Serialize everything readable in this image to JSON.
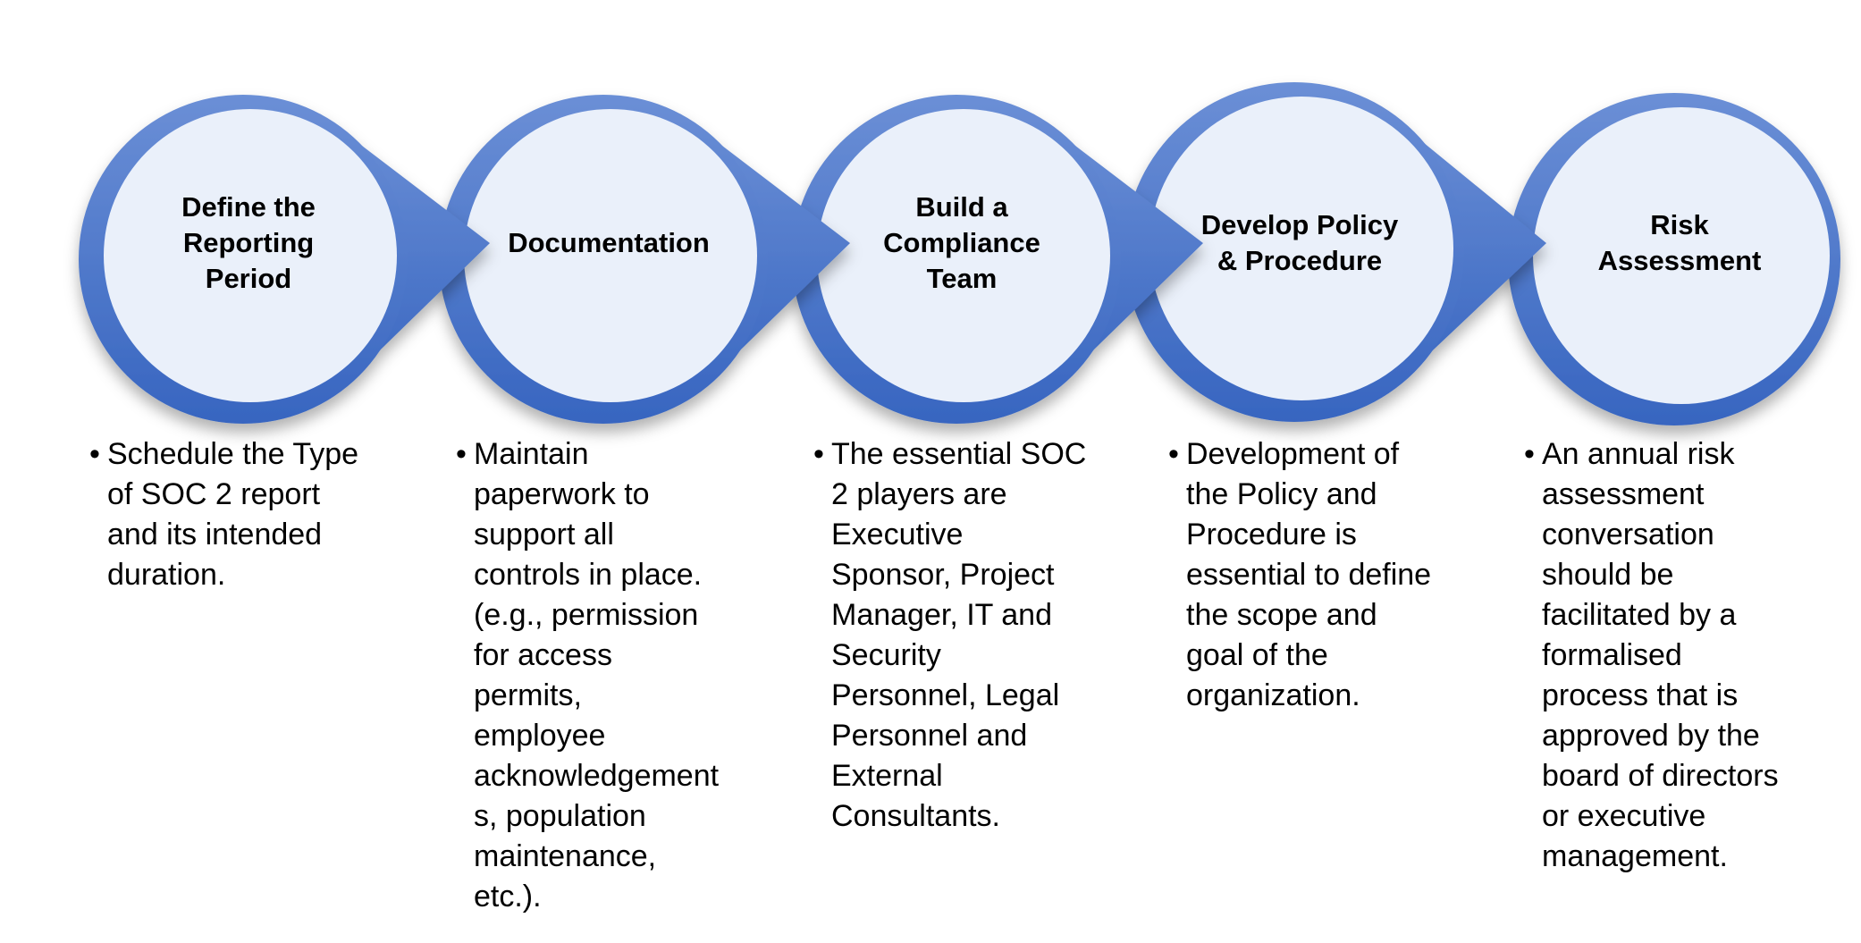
{
  "colors": {
    "ring": "#4472C4",
    "ring_light": "#6b8fd6",
    "fill": "#EAF0FA"
  },
  "steps": [
    {
      "title": [
        "Define the",
        "Reporting",
        "Period"
      ],
      "lines": [
        "Schedule the Type",
        "of SOC 2 report",
        "and its intended",
        "duration."
      ]
    },
    {
      "title": [
        "Documentation"
      ],
      "lines": [
        "Maintain",
        "paperwork to",
        "support all",
        "controls in place.",
        "(e.g., permission",
        "for access",
        "permits,",
        "employee",
        "acknowledgement",
        "s, population",
        "maintenance,",
        "etc.)."
      ]
    },
    {
      "title": [
        "Build a",
        "Compliance",
        "Team"
      ],
      "lines": [
        "The essential SOC",
        "2 players are",
        "Executive",
        "Sponsor, Project",
        "Manager, IT and",
        "Security",
        "Personnel, Legal",
        "Personnel and",
        "External",
        "Consultants."
      ]
    },
    {
      "title": [
        "Develop Policy",
        "& Procedure"
      ],
      "lines": [
        "Development of",
        "the Policy and",
        "Procedure is",
        "essential to define",
        "the scope and",
        "goal of the",
        "organization."
      ]
    },
    {
      "title": [
        "Risk",
        "Assessment"
      ],
      "lines": [
        "An annual risk",
        "assessment",
        "conversation",
        "should be",
        "facilitated by a",
        "formalised",
        "process that is",
        "approved by the",
        "board of directors",
        "or executive",
        "management."
      ]
    }
  ],
  "bullet": "•"
}
